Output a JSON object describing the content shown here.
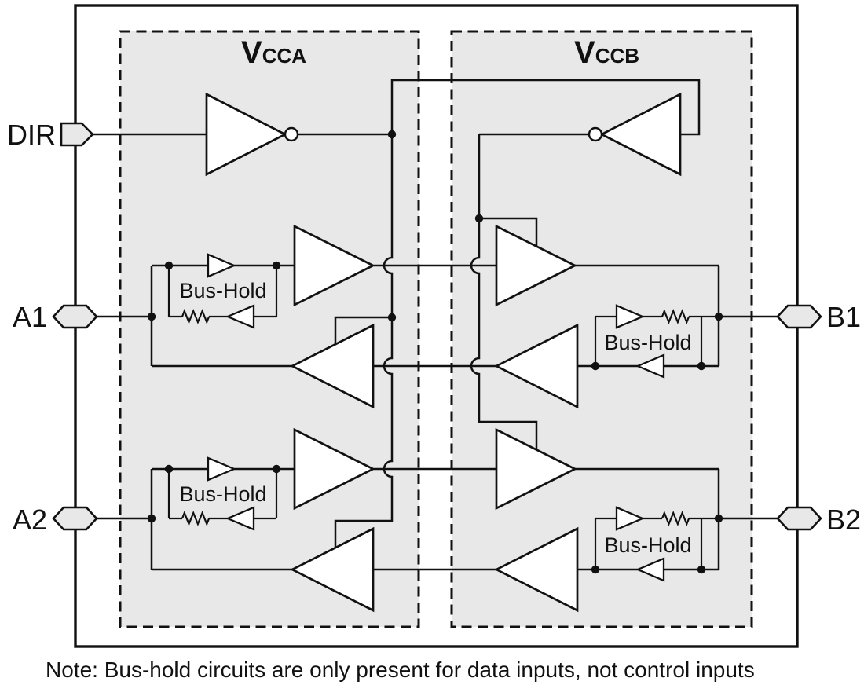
{
  "diagram": {
    "pins": {
      "dir": "DIR",
      "a1": "A1",
      "a2": "A2",
      "b1": "B1",
      "b2": "B2"
    },
    "power_domains": {
      "left": {
        "main": "V",
        "sub": "CCA"
      },
      "right": {
        "main": "V",
        "sub": "CCB"
      }
    },
    "bus_hold_label": "Bus-Hold",
    "note": "Note: Bus-hold circuits are only present for data inputs, not control inputs",
    "colors": {
      "line": "#111111",
      "domain_fill": "#e8e8e8",
      "pad_fill": "#e8e8e8",
      "background": "#ffffff"
    }
  }
}
